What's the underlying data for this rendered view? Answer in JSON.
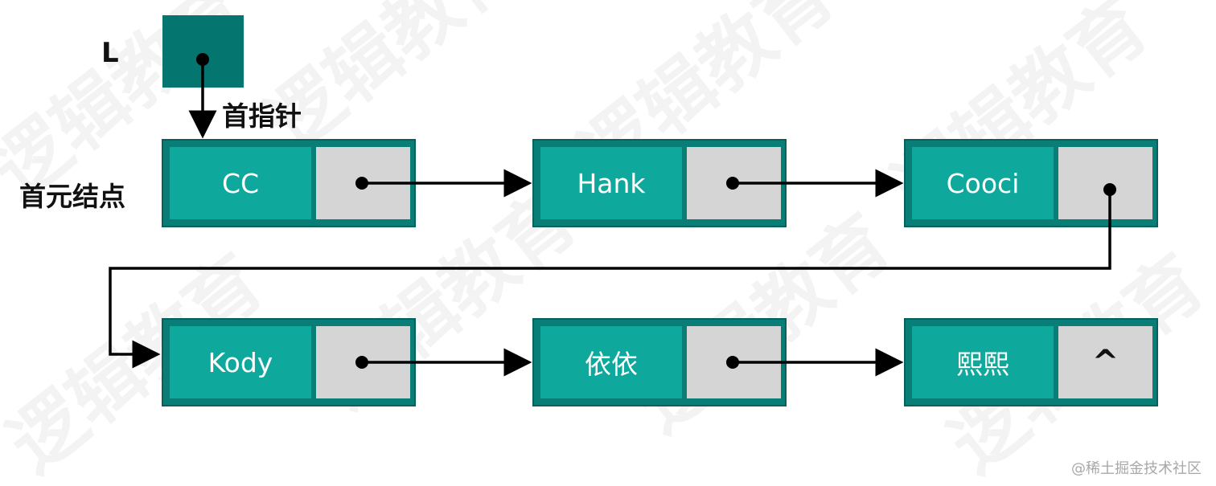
{
  "list_label": "L",
  "head_pointer_label": "首指针",
  "first_node_label": "首元结点",
  "nodes": [
    {
      "data": "CC",
      "next": ""
    },
    {
      "data": "Hank",
      "next": ""
    },
    {
      "data": "Cooci",
      "next": ""
    },
    {
      "data": "Kody",
      "next": ""
    },
    {
      "data": "依依",
      "next": ""
    },
    {
      "data": "熙熙",
      "next": "^"
    }
  ],
  "watermark": "逻辑教育",
  "footer": "@稀土掘金技术社区",
  "colors": {
    "head_box": "#05756f",
    "node_frame": "#097e77",
    "data_cell": "#0ea99c",
    "pointer_cell": "#d5d5d5",
    "arrow": "#000000"
  }
}
